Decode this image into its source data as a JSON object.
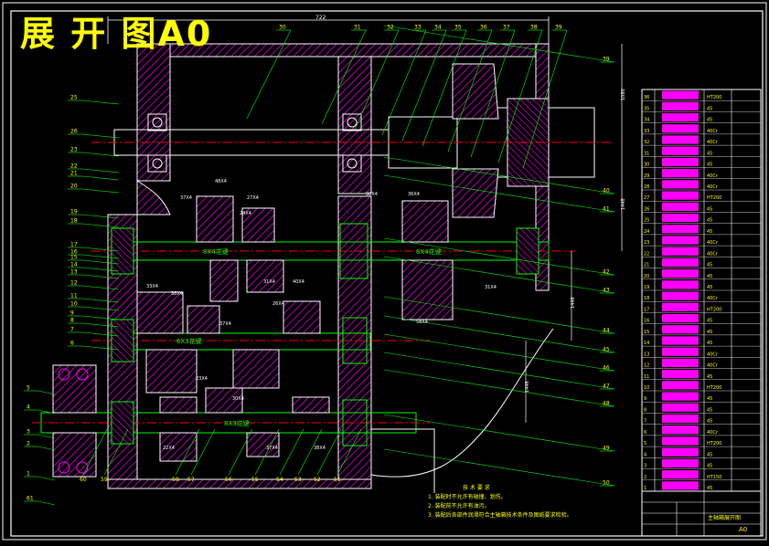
{
  "title": "展 开 图A0",
  "dimension_top": "722",
  "shaft_labels": {
    "shaft_spline_1": "8X4花键",
    "shaft_spline_2": "8X4花键",
    "shaft_spline_3": "6X3花键",
    "shaft_spline_4": "8X3花键"
  },
  "gear_labels": [
    "48X4",
    "37X4",
    "24X4",
    "27X4",
    "30X4",
    "36X4",
    "31X4",
    "40X4",
    "33X4",
    "38X4",
    "37X4",
    "26X4",
    "23X4",
    "30X4",
    "37X4",
    "38X4",
    "31X4",
    "58X4",
    "22X4"
  ],
  "part_numbers_left": [
    "25",
    "26",
    "23",
    "22",
    "21",
    "20",
    "19",
    "18",
    "17",
    "16",
    "15",
    "14",
    "13",
    "12",
    "11",
    "10",
    "9",
    "8",
    "7",
    "6",
    "5",
    "4",
    "3",
    "2",
    "1",
    "61"
  ],
  "part_numbers_top": [
    "30",
    "31",
    "32",
    "33",
    "34",
    "35",
    "36",
    "37",
    "38",
    "39"
  ],
  "part_numbers_right": [
    "39",
    "40",
    "41",
    "42",
    "43",
    "44",
    "45",
    "46",
    "47",
    "48",
    "49",
    "50"
  ],
  "part_numbers_bottom": [
    "60",
    "59",
    "58",
    "57",
    "56",
    "55",
    "54",
    "53",
    "52",
    "51"
  ],
  "dim_right": [
    "1080",
    "1448",
    "1448",
    "1448"
  ],
  "bom_materials": [
    "HT200",
    "45",
    "45",
    "40Cr",
    "40Cr",
    "45",
    "45",
    "40Cr",
    "40Cr",
    "HT200",
    "45",
    "45",
    "45",
    "40Cr",
    "40Cr",
    "45",
    "45",
    "45",
    "40Cr",
    "HT200",
    "45",
    "45",
    "45",
    "40Cr",
    "40Cr",
    "45",
    "HT200",
    "45",
    "45",
    "45",
    "40Cr",
    "HT200",
    "45",
    "45",
    "HT150",
    "45"
  ],
  "tech_req": {
    "title": "技 术 要 求",
    "lines": [
      "1. 装配时不允许有碰撞、划伤。",
      "2. 装配前不允许有油污。",
      "3. 装配后各部件润滑符合主轴箱技术条件及图纸要求检验。"
    ]
  },
  "title_block": {
    "drawing_name": "主轴箱展开图",
    "sheet": "A0"
  }
}
